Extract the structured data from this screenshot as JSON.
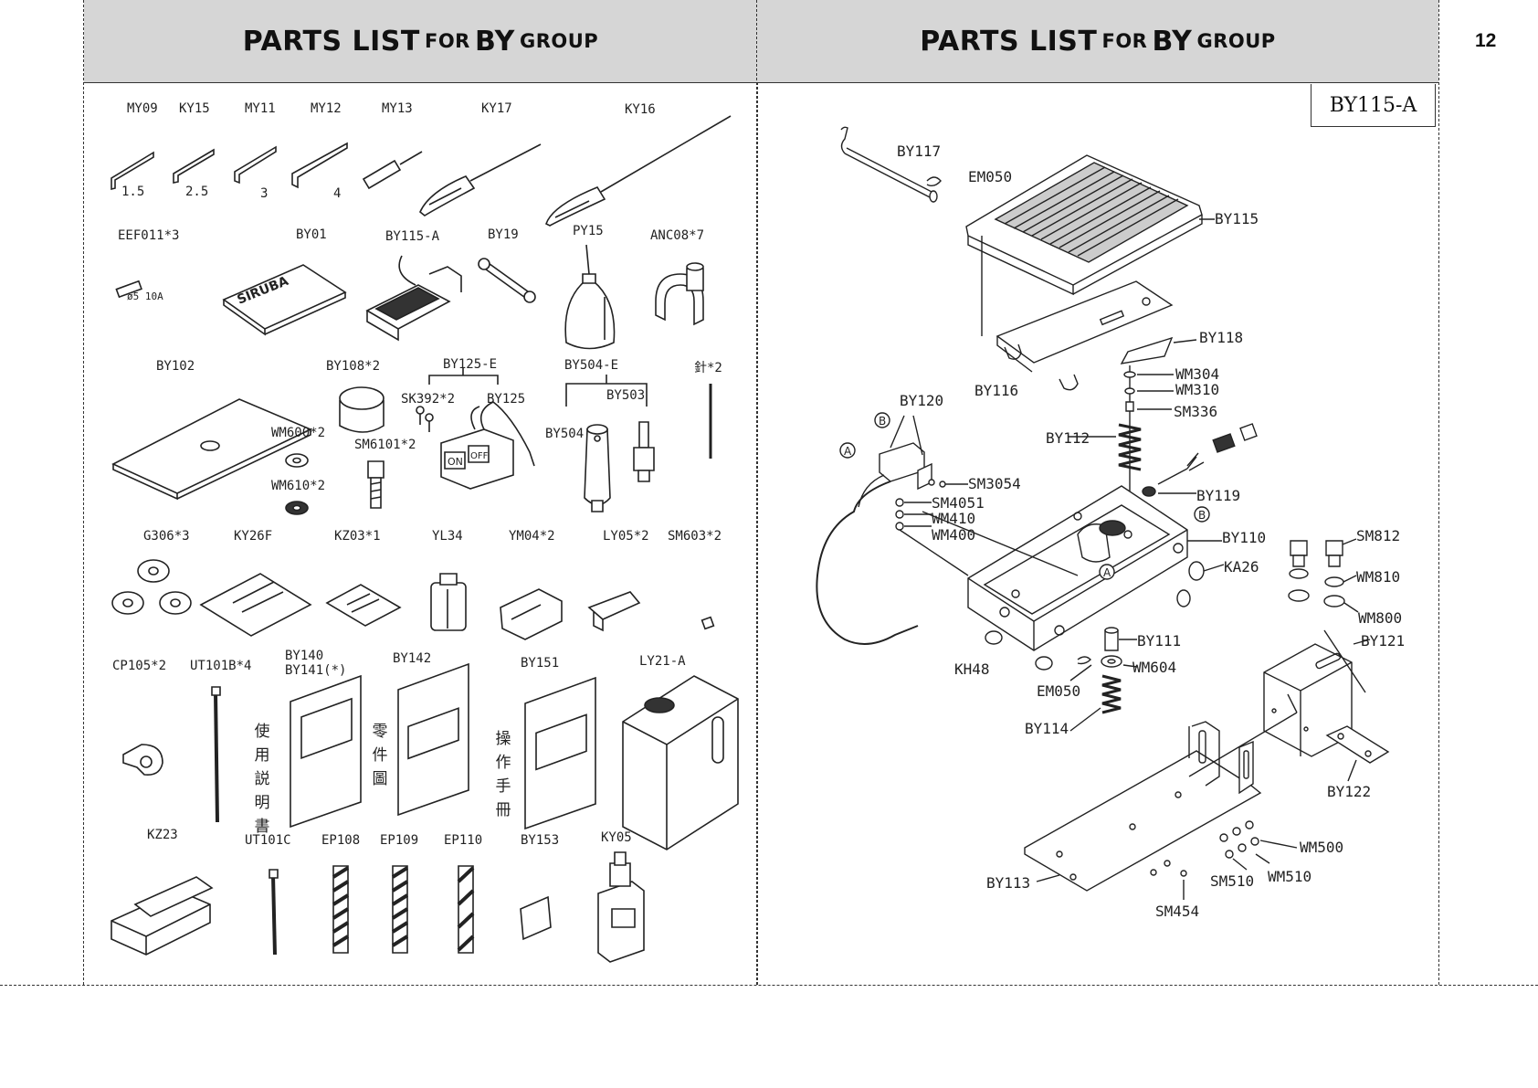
{
  "header_left": {
    "w1": "PARTS LIST",
    "w2": "FOR",
    "w3": "BY",
    "w4": "GROUP"
  },
  "header_right": {
    "w1": "PARTS LIST",
    "w2": "FOR",
    "w3": "BY",
    "w4": "GROUP"
  },
  "page_number": "12",
  "box_label": "BY115-A",
  "left_labels": {
    "MY09": "MY09",
    "KY15": "KY15",
    "MY11": "MY11",
    "MY12": "MY12",
    "MY13": "MY13",
    "KY17": "KY17",
    "KY16": "KY16",
    "size15": "1.5",
    "size25": "2.5",
    "size3": "3",
    "size4": "4",
    "EEF011": "EEF011*3",
    "BY01": "BY01",
    "BY115A": "BY115-A",
    "BY19": "BY19",
    "PY15": "PY15",
    "ANC08": "ANC08*7",
    "fuse": "ø5 10A",
    "BY102": "BY102",
    "BY108": "BY108*2",
    "BY125E": "BY125-E",
    "BY504E": "BY504-E",
    "needle": "針*2",
    "SK392": "SK392*2",
    "BY125": "BY125",
    "BY503": "BY503",
    "BY504": "BY504",
    "WM600": "WM600*2",
    "SM6101": "SM6101*2",
    "WM610": "WM610*2",
    "G306": "G306*3",
    "KY26F": "KY26F",
    "KZ03": "KZ03*1",
    "YL34": "YL34",
    "YM04": "YM04*2",
    "LY05": "LY05*2",
    "SM603": "SM603*2",
    "CP105": "CP105*2",
    "UT101B": "UT101B*4",
    "BY140": "BY140",
    "BY141": "BY141(*)",
    "BY142": "BY142",
    "BY151": "BY151",
    "LY21A": "LY21-A",
    "KZ23": "KZ23",
    "UT101C": "UT101C",
    "EP108": "EP108",
    "EP109": "EP109",
    "EP110": "EP110",
    "BY153": "BY153",
    "KY05": "KY05",
    "switch_on": "ON",
    "switch_off": "OFF"
  },
  "cjk": {
    "c1": [
      "使",
      "用",
      "説",
      "明",
      "書"
    ],
    "c2": [
      "零",
      "件",
      "圖"
    ],
    "c3": [
      "操",
      "作",
      "手",
      "冊"
    ]
  },
  "right_labels": {
    "BY117": "BY117",
    "EM050a": "EM050",
    "BY115": "BY115",
    "BY118": "BY118",
    "BY116": "BY116",
    "WM304": "WM304",
    "WM310": "WM310",
    "SM336": "SM336",
    "BY120": "BY120",
    "BY112": "BY112",
    "SM3054": "SM3054",
    "SM4051": "SM4051",
    "WM410": "WM410",
    "WM400": "WM400",
    "BY119": "BY119",
    "BY110": "BY110",
    "KA26": "KA26",
    "SM812": "SM812",
    "WM810": "WM810",
    "WM800": "WM800",
    "BY121": "BY121",
    "BY111": "BY111",
    "KH48": "KH48",
    "WM604": "WM604",
    "EM050b": "EM050",
    "BY114": "BY114",
    "BY122": "BY122",
    "WM500": "WM500",
    "WM510": "WM510",
    "SM510": "SM510",
    "BY113": "BY113",
    "SM454": "SM454",
    "circA": "A",
    "circB": "B"
  }
}
